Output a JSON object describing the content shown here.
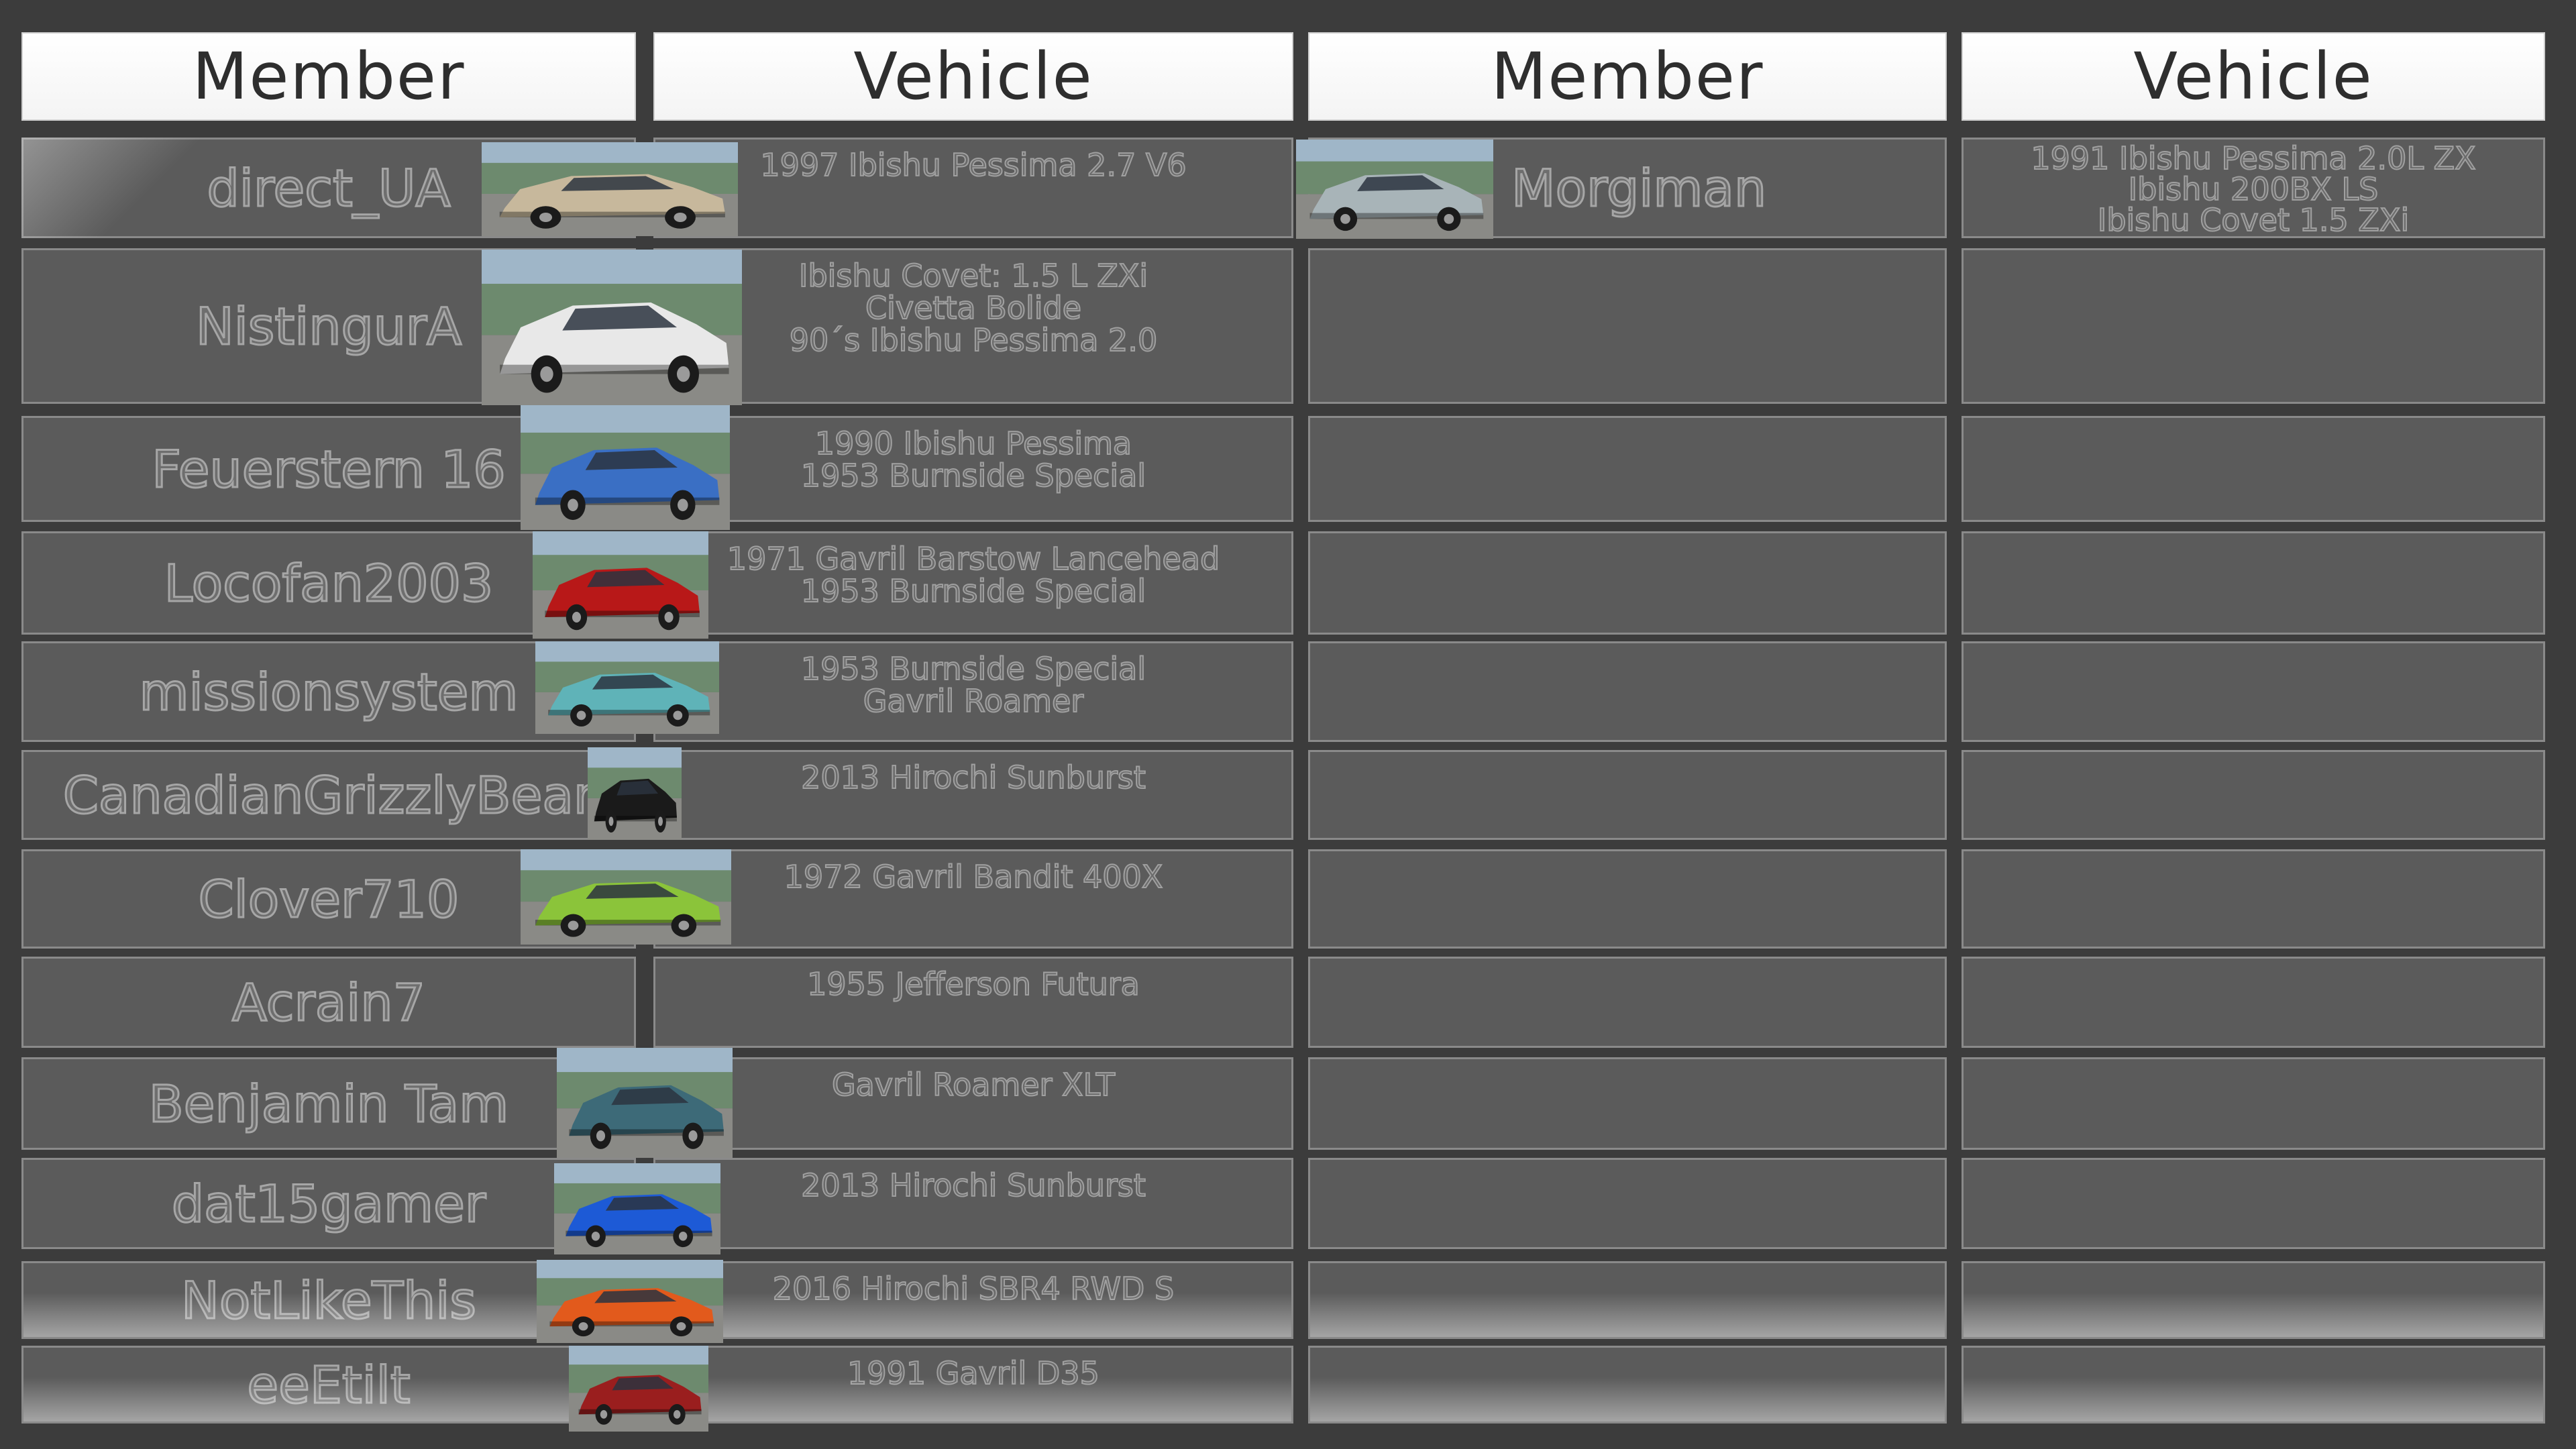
{
  "headers": [
    "Member",
    "Vehicle",
    "Member",
    "Vehicle"
  ],
  "left_rows": [
    {
      "member": "direct_UA",
      "vehicles": [
        "1997 Ibishu Pessima 2.7 V6"
      ],
      "car_color": "#c7b89c"
    },
    {
      "member": "NistingurA",
      "vehicles": [
        "Ibishu Covet: 1.5 L ZXi",
        "Civetta Bolide",
        "90´s Ibishu Pessima 2.0"
      ],
      "car_color": "#e8e8e8"
    },
    {
      "member": "Feuerstern 16",
      "vehicles": [
        "1990 Ibishu Pessima",
        "1953 Burnside Special"
      ],
      "car_color": "#3a6fc4"
    },
    {
      "member": "Locofan2003",
      "vehicles": [
        "1971 Gavril Barstow Lancehead",
        "1953 Burnside Special"
      ],
      "car_color": "#b81818"
    },
    {
      "member": "missionsystem",
      "vehicles": [
        "1953 Burnside Special",
        "Gavril Roamer"
      ],
      "car_color": "#5fb3b8"
    },
    {
      "member": "CanadianGrizzlyBear",
      "vehicles": [
        "2013 Hirochi Sunburst"
      ],
      "car_color": "#1a1a1a"
    },
    {
      "member": "Clover710",
      "vehicles": [
        "1972 Gavril Bandit 400X"
      ],
      "car_color": "#8bc43a"
    },
    {
      "member": "Acrain7",
      "vehicles": [
        "1955 Jefferson Futura"
      ],
      "car_color": ""
    },
    {
      "member": "Benjamin Tam",
      "vehicles": [
        "Gavril Roamer XLT"
      ],
      "car_color": "#3d6a78"
    },
    {
      "member": "dat15gamer",
      "vehicles": [
        "2013 Hirochi Sunburst"
      ],
      "car_color": "#1d5ad6"
    },
    {
      "member": "NotLikeThis",
      "vehicles": [
        "2016 Hirochi SBR4 RWD S"
      ],
      "car_color": "#e25a1c"
    },
    {
      "member": "eeEtilt",
      "vehicles": [
        "1991 Gavril D35"
      ],
      "car_color": "#9a1e1e"
    }
  ],
  "right_rows": [
    {
      "member": "Morgiman",
      "vehicles": [
        "1991 Ibishu Pessima 2.0L ZX",
        "Ibishu 200BX LS",
        "Ibishu Covet 1.5 ZXi"
      ],
      "car_color": "#a8b4b8"
    }
  ],
  "colors": {
    "background": "#3c3c3c",
    "cell": "#5b5b5b",
    "cell_border": "#8a8a8a",
    "header": "#ffffff"
  }
}
